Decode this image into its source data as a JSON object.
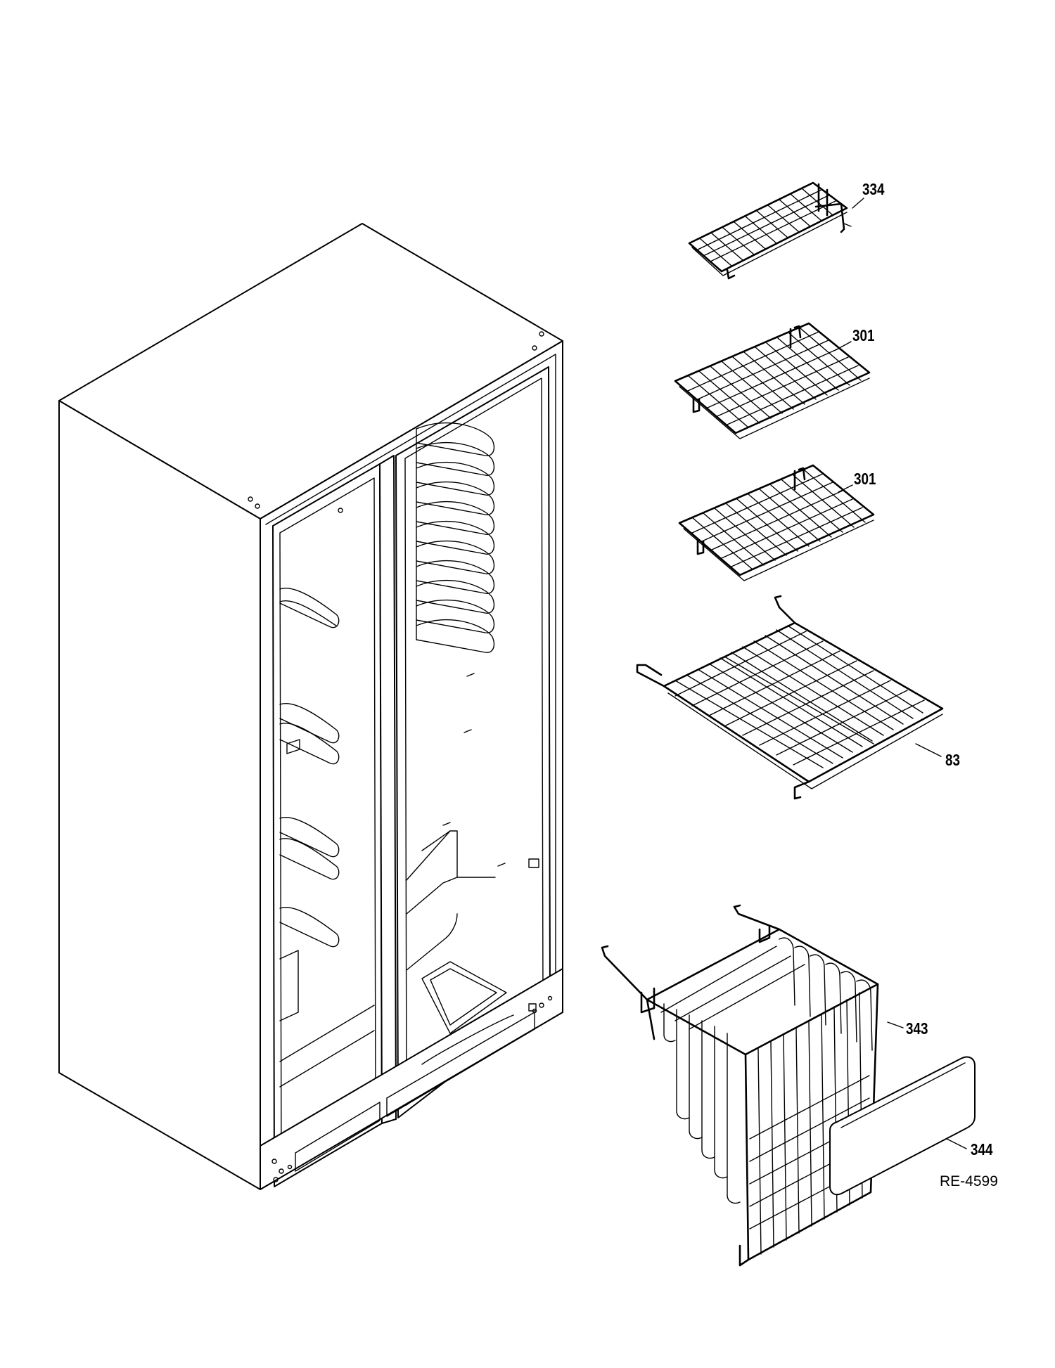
{
  "diagram": {
    "callouts": [
      {
        "id": "shelf-334",
        "label": "334"
      },
      {
        "id": "shelf-301-upper",
        "label": "301"
      },
      {
        "id": "shelf-301-lower",
        "label": "301"
      },
      {
        "id": "shelf-83",
        "label": "83"
      },
      {
        "id": "basket-343",
        "label": "343"
      },
      {
        "id": "basket-front-344",
        "label": "344"
      }
    ],
    "reference_code": "RE-4599"
  }
}
